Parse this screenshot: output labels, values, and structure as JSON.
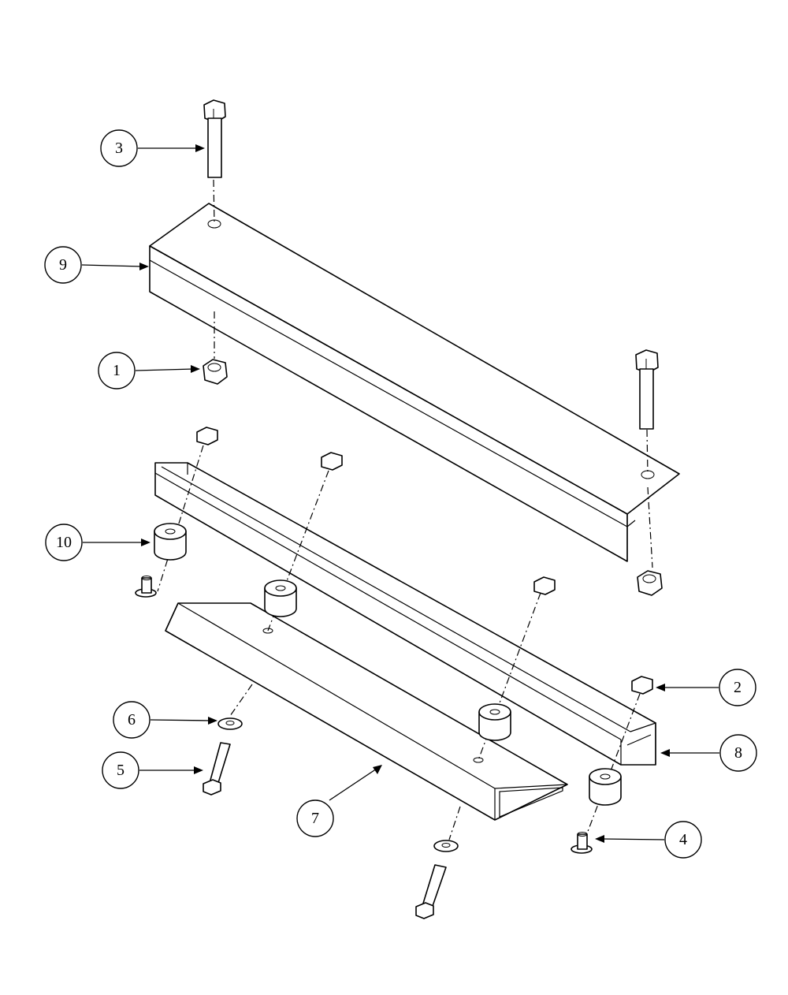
{
  "callouts": [
    {
      "id": "callout-1",
      "number": "1"
    },
    {
      "id": "callout-2",
      "number": "2"
    },
    {
      "id": "callout-3",
      "number": "3"
    },
    {
      "id": "callout-4",
      "number": "4"
    },
    {
      "id": "callout-5",
      "number": "5"
    },
    {
      "id": "callout-6",
      "number": "6"
    },
    {
      "id": "callout-7",
      "number": "7"
    },
    {
      "id": "callout-8",
      "number": "8"
    },
    {
      "id": "callout-9",
      "number": "9"
    },
    {
      "id": "callout-10",
      "number": "10"
    }
  ],
  "colors": {
    "line": "#000000",
    "background": "#ffffff"
  }
}
